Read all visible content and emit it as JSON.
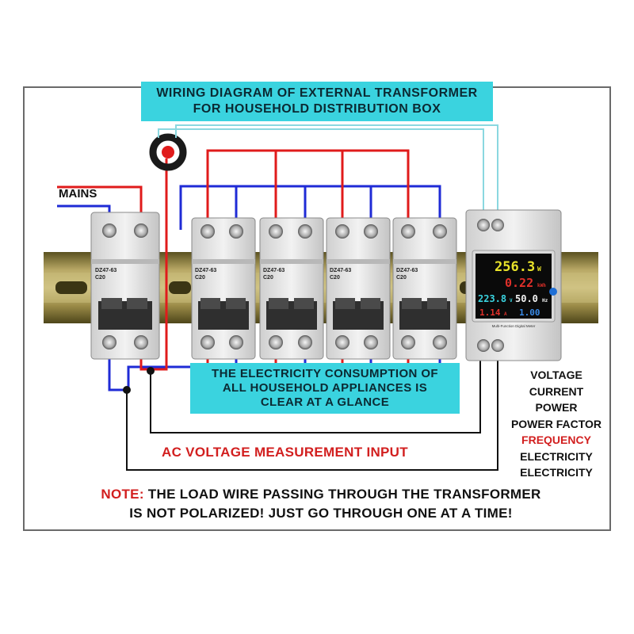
{
  "title": {
    "line1": "WIRING DIAGRAM OF EXTERNAL TRANSFORMER",
    "line2": "FOR HOUSEHOLD DISTRIBUTION BOX"
  },
  "mains_label": "MAINS",
  "breakers": [
    {
      "model": "DZ47-63",
      "rating": "C20",
      "poles": 2
    },
    {
      "model": "DZ47-63",
      "rating": "C20",
      "poles": 2
    },
    {
      "model": "DZ47-63",
      "rating": "C20",
      "poles": 2
    },
    {
      "model": "DZ47-63",
      "rating": "C20",
      "poles": 2
    },
    {
      "model": "DZ47-63",
      "rating": "C20",
      "poles": 2
    }
  ],
  "meter": {
    "power": "256.3",
    "power_unit": "W",
    "energy": "0.22",
    "energy_unit": "kWh",
    "voltage": "223.8",
    "voltage_unit": "V",
    "frequency": "50.0",
    "frequency_unit": "Hz",
    "current": "1.14",
    "current_unit": "A",
    "power_factor": "1.00",
    "caption": "Multi-Function Digital Meter"
  },
  "info_box": {
    "line1": "THE ELECTRICITY CONSUMPTION OF",
    "line2": "ALL HOUSEHOLD APPLIANCES IS",
    "line3": "CLEAR AT A GLANCE"
  },
  "measurement_list": [
    {
      "text": "VOLTAGE",
      "highlight": false
    },
    {
      "text": "CURRENT",
      "highlight": false
    },
    {
      "text": "POWER",
      "highlight": false
    },
    {
      "text": "POWER FACTOR",
      "highlight": false
    },
    {
      "text": "FREQUENCY",
      "highlight": true
    },
    {
      "text": "ELECTRICITY",
      "highlight": false
    },
    {
      "text": "ELECTRICITY",
      "highlight": false
    }
  ],
  "ac_input_label": "AC VOLTAGE MEASUREMENT INPUT",
  "note": {
    "lead": "NOTE:",
    "line1": " THE LOAD WIRE PASSING THROUGH THE TRANSFORMER",
    "line2": "IS NOT POLARIZED! JUST GO THROUGH ONE AT A TIME!"
  },
  "colors": {
    "accent_cyan": "#3ad3df",
    "live_wire": "#e01b1b",
    "neutral_wire": "#1f2bd6",
    "signal_wire": "#8ad8e0",
    "din_rail": "#8a7a3a",
    "note_red": "#d21f1f"
  }
}
